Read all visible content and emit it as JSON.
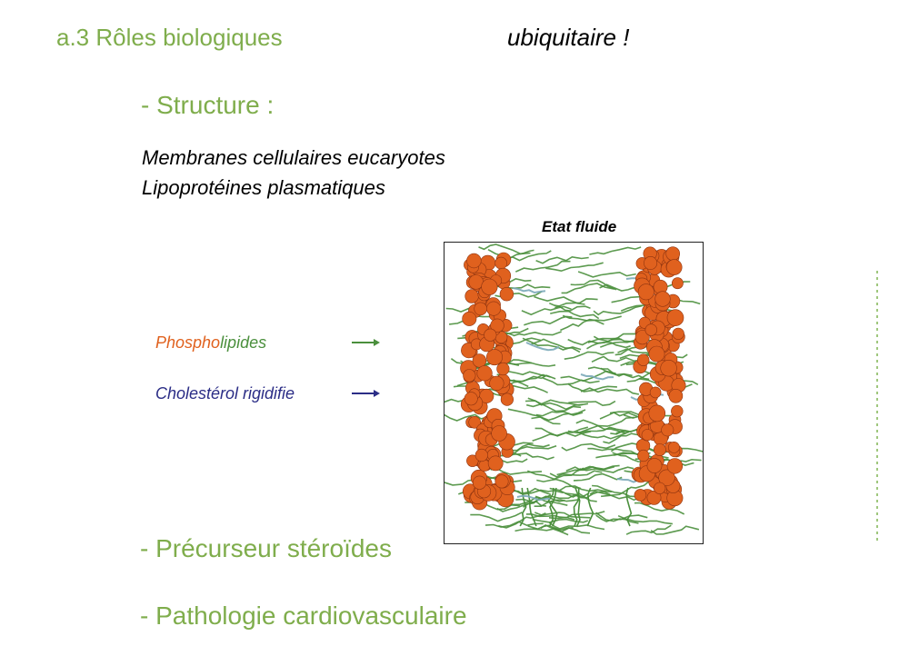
{
  "slide": {
    "title": "a.3 Rôles biologiques",
    "emphasis": "ubiquitaire !",
    "bullet_structure": "- Structure :",
    "structure_items": [
      "Membranes cellulaires eucaryotes",
      "Lipoprotéines plasmatiques"
    ],
    "bullet_precurseur": "- Précurseur stéroïdes",
    "bullet_pathologie": "- Pathologie cardiovasculaire"
  },
  "figure": {
    "caption": "Etat fluide",
    "label_phospho_part1": "Phospho",
    "label_phospho_part2": "lipides",
    "label_cholesterol": "Cholestérol rigidifie"
  },
  "colors": {
    "text_green": "#7fad4c",
    "phospho_orange": "#e0611e",
    "lipid_green": "#4a8f3c",
    "cholesterol_blue": "#2b2d86"
  }
}
